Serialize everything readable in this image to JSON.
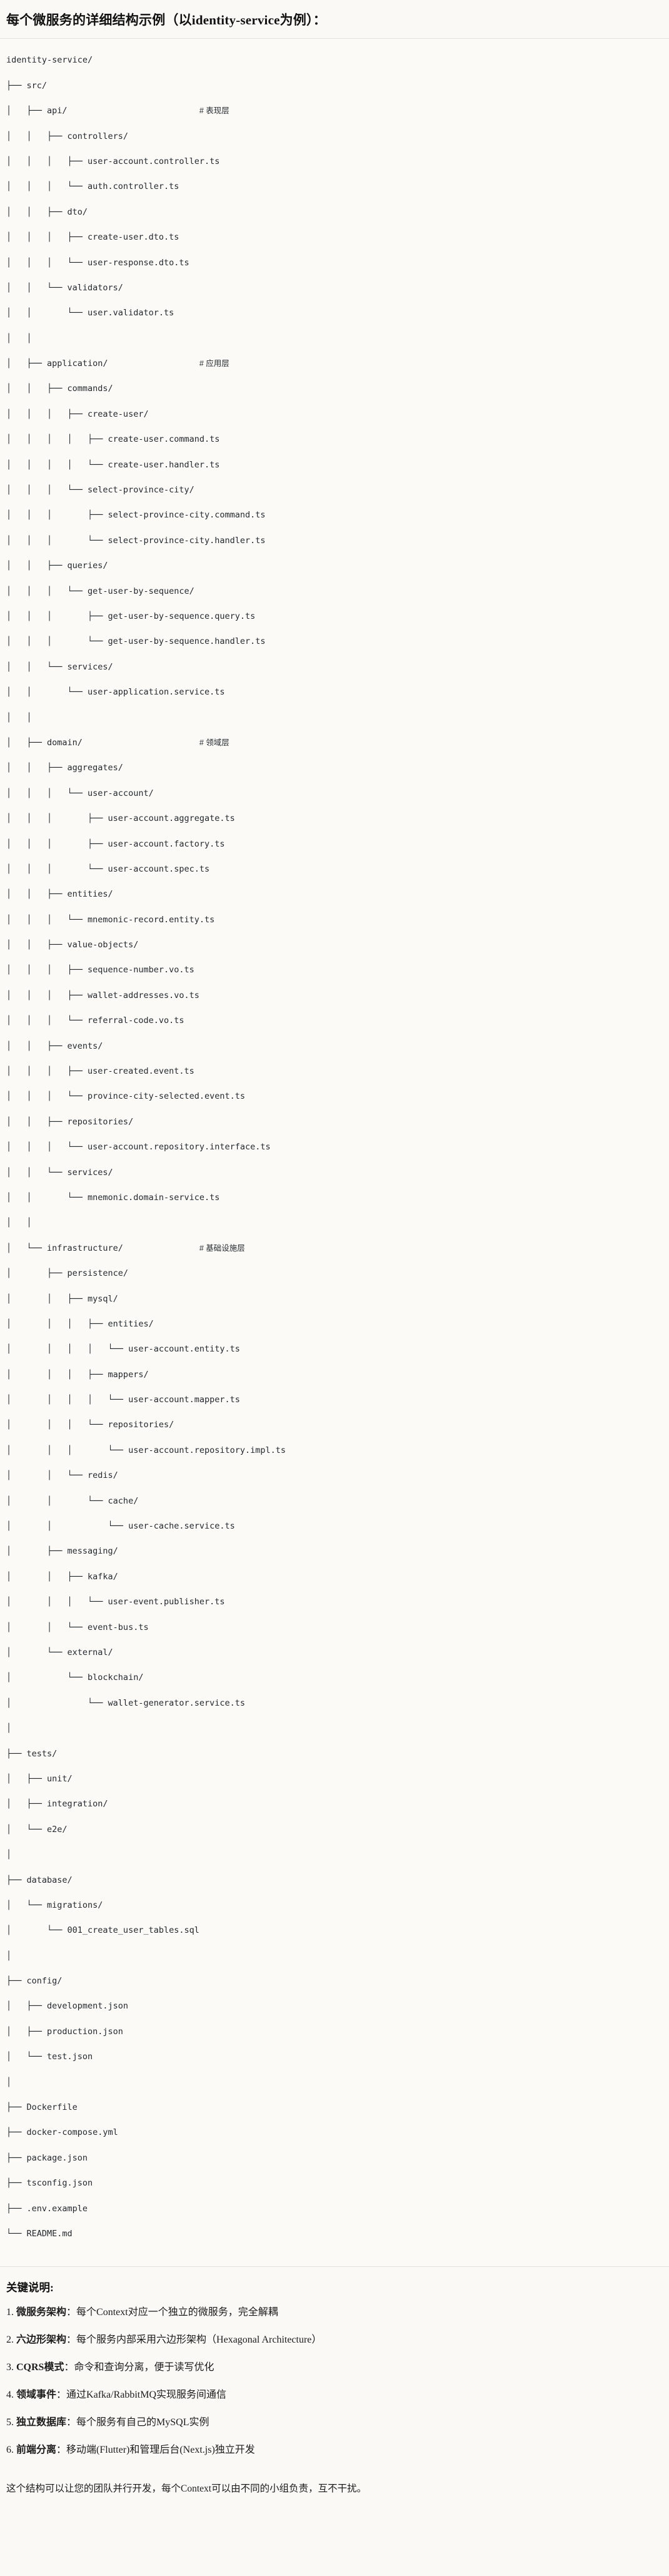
{
  "heading": "每个微服务的详细结构示例（以identity-service为例）：",
  "tree": {
    "root_label": "identity-service/",
    "rows": [
      {
        "path": "identity-service/",
        "comment": ""
      },
      {
        "path": "├── src/",
        "comment": ""
      },
      {
        "path": "│   ├── api/",
        "comment": "# 表现层"
      },
      {
        "path": "│   │   ├── controllers/",
        "comment": ""
      },
      {
        "path": "│   │   │   ├── user-account.controller.ts",
        "comment": ""
      },
      {
        "path": "│   │   │   └── auth.controller.ts",
        "comment": ""
      },
      {
        "path": "│   │   ├── dto/",
        "comment": ""
      },
      {
        "path": "│   │   │   ├── create-user.dto.ts",
        "comment": ""
      },
      {
        "path": "│   │   │   └── user-response.dto.ts",
        "comment": ""
      },
      {
        "path": "│   │   └── validators/",
        "comment": ""
      },
      {
        "path": "│   │       └── user.validator.ts",
        "comment": ""
      },
      {
        "path": "│   │",
        "comment": ""
      },
      {
        "path": "│   ├── application/",
        "comment": "# 应用层"
      },
      {
        "path": "│   │   ├── commands/",
        "comment": ""
      },
      {
        "path": "│   │   │   ├── create-user/",
        "comment": ""
      },
      {
        "path": "│   │   │   │   ├── create-user.command.ts",
        "comment": ""
      },
      {
        "path": "│   │   │   │   └── create-user.handler.ts",
        "comment": ""
      },
      {
        "path": "│   │   │   └── select-province-city/",
        "comment": ""
      },
      {
        "path": "│   │   │       ├── select-province-city.command.ts",
        "comment": ""
      },
      {
        "path": "│   │   │       └── select-province-city.handler.ts",
        "comment": ""
      },
      {
        "path": "│   │   ├── queries/",
        "comment": ""
      },
      {
        "path": "│   │   │   └── get-user-by-sequence/",
        "comment": ""
      },
      {
        "path": "│   │   │       ├── get-user-by-sequence.query.ts",
        "comment": ""
      },
      {
        "path": "│   │   │       └── get-user-by-sequence.handler.ts",
        "comment": ""
      },
      {
        "path": "│   │   └── services/",
        "comment": ""
      },
      {
        "path": "│   │       └── user-application.service.ts",
        "comment": ""
      },
      {
        "path": "│   │",
        "comment": ""
      },
      {
        "path": "│   ├── domain/",
        "comment": "# 领域层"
      },
      {
        "path": "│   │   ├── aggregates/",
        "comment": ""
      },
      {
        "path": "│   │   │   └── user-account/",
        "comment": ""
      },
      {
        "path": "│   │   │       ├── user-account.aggregate.ts",
        "comment": ""
      },
      {
        "path": "│   │   │       ├── user-account.factory.ts",
        "comment": ""
      },
      {
        "path": "│   │   │       └── user-account.spec.ts",
        "comment": ""
      },
      {
        "path": "│   │   ├── entities/",
        "comment": ""
      },
      {
        "path": "│   │   │   └── mnemonic-record.entity.ts",
        "comment": ""
      },
      {
        "path": "│   │   ├── value-objects/",
        "comment": ""
      },
      {
        "path": "│   │   │   ├── sequence-number.vo.ts",
        "comment": ""
      },
      {
        "path": "│   │   │   ├── wallet-addresses.vo.ts",
        "comment": ""
      },
      {
        "path": "│   │   │   └── referral-code.vo.ts",
        "comment": ""
      },
      {
        "path": "│   │   ├── events/",
        "comment": ""
      },
      {
        "path": "│   │   │   ├── user-created.event.ts",
        "comment": ""
      },
      {
        "path": "│   │   │   └── province-city-selected.event.ts",
        "comment": ""
      },
      {
        "path": "│   │   ├── repositories/",
        "comment": ""
      },
      {
        "path": "│   │   │   └── user-account.repository.interface.ts",
        "comment": ""
      },
      {
        "path": "│   │   └── services/",
        "comment": ""
      },
      {
        "path": "│   │       └── mnemonic.domain-service.ts",
        "comment": ""
      },
      {
        "path": "│   │",
        "comment": ""
      },
      {
        "path": "│   └── infrastructure/",
        "comment": "# 基础设施层"
      },
      {
        "path": "│       ├── persistence/",
        "comment": ""
      },
      {
        "path": "│       │   ├── mysql/",
        "comment": ""
      },
      {
        "path": "│       │   │   ├── entities/",
        "comment": ""
      },
      {
        "path": "│       │   │   │   └── user-account.entity.ts",
        "comment": ""
      },
      {
        "path": "│       │   │   ├── mappers/",
        "comment": ""
      },
      {
        "path": "│       │   │   │   └── user-account.mapper.ts",
        "comment": ""
      },
      {
        "path": "│       │   │   └── repositories/",
        "comment": ""
      },
      {
        "path": "│       │   │       └── user-account.repository.impl.ts",
        "comment": ""
      },
      {
        "path": "│       │   └── redis/",
        "comment": ""
      },
      {
        "path": "│       │       └── cache/",
        "comment": ""
      },
      {
        "path": "│       │           └── user-cache.service.ts",
        "comment": ""
      },
      {
        "path": "│       ├── messaging/",
        "comment": ""
      },
      {
        "path": "│       │   ├── kafka/",
        "comment": ""
      },
      {
        "path": "│       │   │   └── user-event.publisher.ts",
        "comment": ""
      },
      {
        "path": "│       │   └── event-bus.ts",
        "comment": ""
      },
      {
        "path": "│       └── external/",
        "comment": ""
      },
      {
        "path": "│           └── blockchain/",
        "comment": ""
      },
      {
        "path": "│               └── wallet-generator.service.ts",
        "comment": ""
      },
      {
        "path": "│",
        "comment": ""
      },
      {
        "path": "├── tests/",
        "comment": ""
      },
      {
        "path": "│   ├── unit/",
        "comment": ""
      },
      {
        "path": "│   ├── integration/",
        "comment": ""
      },
      {
        "path": "│   └── e2e/",
        "comment": ""
      },
      {
        "path": "│",
        "comment": ""
      },
      {
        "path": "├── database/",
        "comment": ""
      },
      {
        "path": "│   └── migrations/",
        "comment": ""
      },
      {
        "path": "│       └── 001_create_user_tables.sql",
        "comment": ""
      },
      {
        "path": "│",
        "comment": ""
      },
      {
        "path": "├── config/",
        "comment": ""
      },
      {
        "path": "│   ├── development.json",
        "comment": ""
      },
      {
        "path": "│   ├── production.json",
        "comment": ""
      },
      {
        "path": "│   └── test.json",
        "comment": ""
      },
      {
        "path": "│",
        "comment": ""
      },
      {
        "path": "├── Dockerfile",
        "comment": ""
      },
      {
        "path": "├── docker-compose.yml",
        "comment": ""
      },
      {
        "path": "├── package.json",
        "comment": ""
      },
      {
        "path": "├── tsconfig.json",
        "comment": ""
      },
      {
        "path": "├── .env.example",
        "comment": ""
      },
      {
        "path": "└── README.md",
        "comment": ""
      }
    ]
  },
  "notes": {
    "title": "关键说明:",
    "items": [
      {
        "num": "1.",
        "term": "微服务架构",
        "sep": "：",
        "desc": "每个Context对应一个独立的微服务，完全解耦"
      },
      {
        "num": "2.",
        "term": "六边形架构",
        "sep": "：",
        "desc": "每个服务内部采用六边形架构（Hexagonal Architecture）"
      },
      {
        "num": "3.",
        "term": "CQRS模式",
        "sep": "：",
        "desc": "命令和查询分离，便于读写优化"
      },
      {
        "num": "4.",
        "term": "领域事件",
        "sep": "：",
        "desc": "通过Kafka/RabbitMQ实现服务间通信"
      },
      {
        "num": "5.",
        "term": "独立数据库",
        "sep": "：",
        "desc": "每个服务有自己的MySQL实例"
      },
      {
        "num": "6.",
        "term": "前端分离",
        "sep": "：",
        "desc": "移动端(Flutter)和管理后台(Next.js)独立开发"
      }
    ],
    "closing": "这个结构可以让您的团队并行开发，每个Context可以由不同的小组负责，互不干扰。"
  },
  "colors": {
    "page_bg": "#faf9f6",
    "code_bg": "#fbfaf7",
    "rule": "#e3e1dc",
    "text": "#1f1f1f",
    "code_text": "#24292e"
  }
}
